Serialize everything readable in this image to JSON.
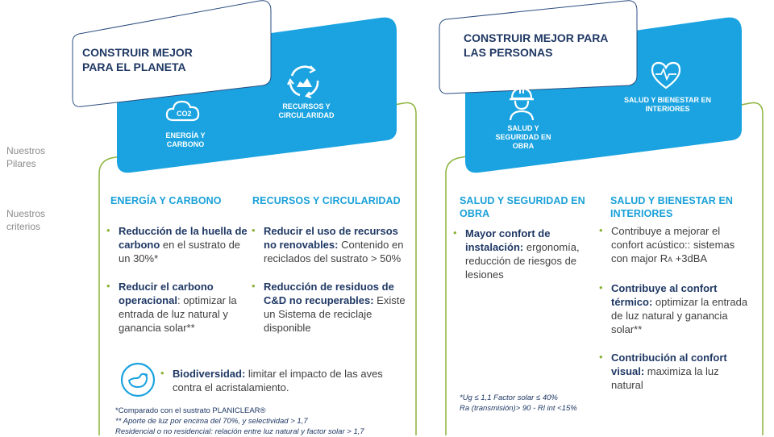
{
  "side_labels": {
    "pillars": "Nuestros\nPilares",
    "criteria": "Nuestros\ncriterios"
  },
  "left": {
    "title": "CONSTRUIR MEJOR\nPARA EL PLANETA",
    "pillar1": "ENERGÍA Y\nCARBONO",
    "pillar1_icon_text": "CO2",
    "pillar2": "RECURSOS Y\nCIRCULARIDAD",
    "col1_heading": "ENERGÍA Y CARBONO",
    "col2_heading": "RECURSOS Y CIRCULARIDAD",
    "col1_items": [
      {
        "bold": "Reducción de la huella de carbono",
        "text": " en el sustrato de un 30%*"
      },
      {
        "bold": "Reducir el carbono operacional",
        "text": ": optimizar la entrada de luz natural y ganancia solar**"
      }
    ],
    "col2_items": [
      {
        "bold": "Reducir el uso de recursos no renovables:",
        "text": " Contenido en reciclados del sustrato > 50%"
      },
      {
        "bold": "Reducción de residuos de C&D no recuperables:",
        "text": " Existe un Sistema de reciclaje disponible"
      }
    ],
    "bio": {
      "bold": "Biodiversidad:",
      "text": " limitar el impacto de las aves contra el acristalamiento."
    },
    "footnotes": [
      "*Comparado con el sustrato PLANICLEAR®",
      "** Aporte de luz por encima del 70%, y selectividad > 1,7",
      "Residencial o no residencial: relación entre luz natural y factor solar > 1,7"
    ]
  },
  "right": {
    "title": "CONSTRUIR MEJOR PARA\nLAS PERSONAS",
    "pillar1": "SALUD Y\nSEGURIDAD EN\nOBRA",
    "pillar2": "SALUD Y BIENESTAR EN\nINTERIORES",
    "col1_heading": "SALUD Y SEGURIDAD EN OBRA",
    "col2_heading": "SALUD Y BIENESTAR EN INTERIORES",
    "col1_items": [
      {
        "bold": "Mayor confort de instalación:",
        "text": " ergonomía, reducción de riesgos de lesiones"
      }
    ],
    "col2_items": [
      {
        "bold": "",
        "text": "Contribuye a mejorar el confort acústico:: sistemas con major R",
        "sub": "A",
        "tail": " +3dBA"
      },
      {
        "bold": "Contribuye al confort térmico:",
        "text": " optimizar la entrada de luz natural y ganancia solar**"
      },
      {
        "bold": "Contribución al confort visual:",
        "text": " maximiza la luz natural"
      }
    ],
    "footnotes": [
      "*Ug ≤ 1,1 Factor solar ≤ 40%",
      "Ra (transmisión)> 90 - Rl int <15%"
    ]
  },
  "colors": {
    "blue": "#1aa3e0",
    "navy": "#1f3864",
    "green": "#8cb43c",
    "cyan_text": "#19a0d8"
  }
}
